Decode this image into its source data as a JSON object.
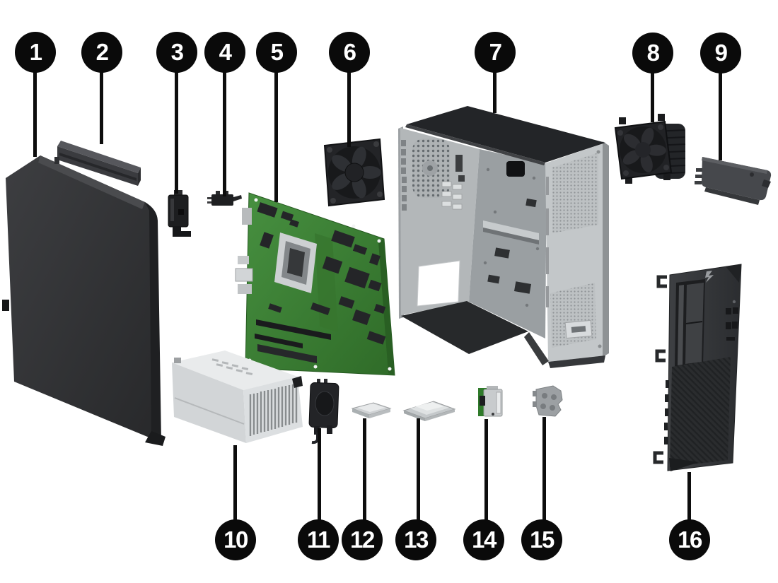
{
  "diagram": {
    "callouts": [
      {
        "number": "1"
      },
      {
        "number": "2"
      },
      {
        "number": "3"
      },
      {
        "number": "4"
      },
      {
        "number": "5"
      },
      {
        "number": "6"
      },
      {
        "number": "7"
      },
      {
        "number": "8"
      },
      {
        "number": "9"
      },
      {
        "number": "10"
      },
      {
        "number": "11"
      },
      {
        "number": "12"
      },
      {
        "number": "13"
      },
      {
        "number": "14"
      },
      {
        "number": "15"
      },
      {
        "number": "16"
      }
    ],
    "colors": {
      "background": "#ffffff",
      "callout_fill": "#0a0a0a",
      "callout_text": "#ffffff",
      "leader_line": "#0d0d0d",
      "motherboard_green": "#3f8436",
      "chassis_gray": "#b3b7b9",
      "psu_gray": "#dcdfe1",
      "dark_plastic": "#232427"
    }
  }
}
